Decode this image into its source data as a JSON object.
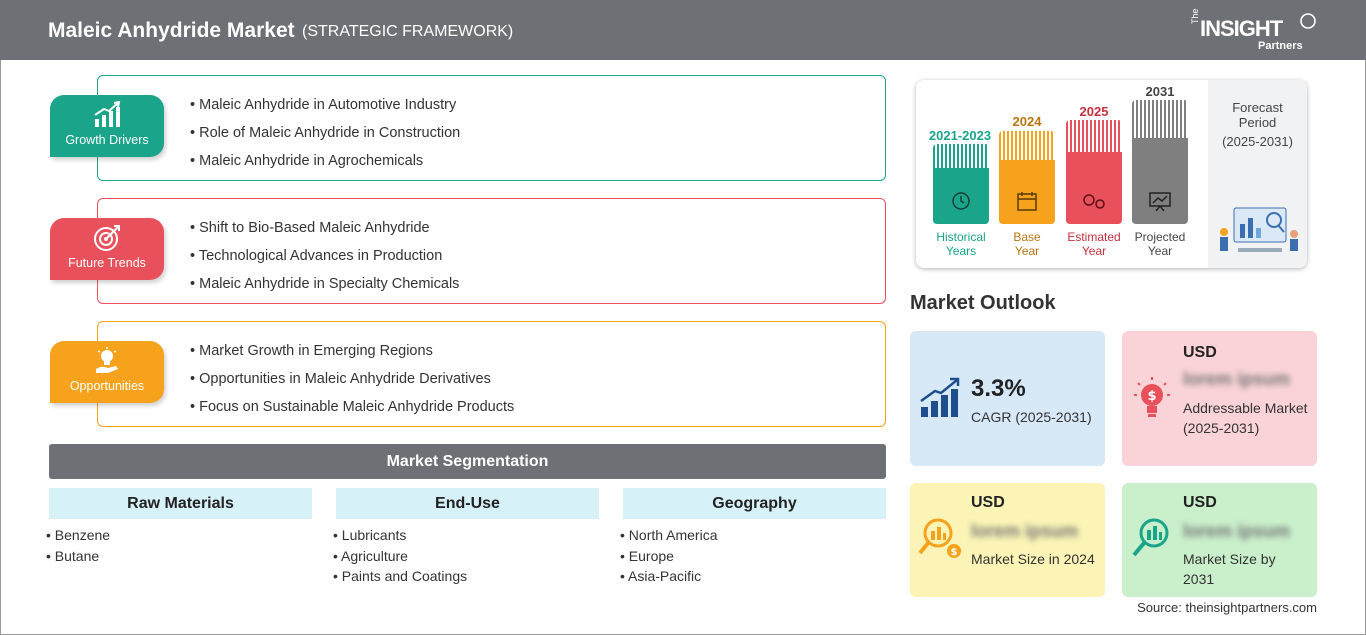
{
  "header": {
    "title": "Maleic Anhydride Market",
    "subtitle": "(STRATEGIC FRAMEWORK)",
    "logo": {
      "the": "The",
      "insight": "INSIGHT",
      "partners": "Partners"
    }
  },
  "colors": {
    "header_bg": "#6d7075",
    "drivers": "#1aa58b",
    "trends": "#e8505b",
    "opportunities": "#f6a21c",
    "projected": "#7f7f7f"
  },
  "framework": {
    "drivers": {
      "label": "Growth Drivers",
      "icon": "bar-chart-growth-icon",
      "items": [
        "Maleic Anhydride in Automotive Industry",
        "Role of Maleic Anhydride in Construction",
        "Maleic Anhydride in Agrochemicals"
      ]
    },
    "trends": {
      "label": "Future Trends",
      "icon": "target-icon",
      "items": [
        "Shift to Bio-Based Maleic Anhydride",
        "Technological Advances in Production",
        "Maleic Anhydride in Specialty Chemicals"
      ]
    },
    "opportunities": {
      "label": "Opportunities",
      "icon": "lightbulb-hand-icon",
      "items": [
        "Market Growth in Emerging Regions",
        "Opportunities in Maleic Anhydride Derivatives",
        "Focus on Sustainable Maleic Anhydride Products"
      ]
    }
  },
  "segmentation": {
    "title": "Market Segmentation",
    "columns": [
      {
        "head": "Raw Materials",
        "items": [
          "Benzene",
          "Butane"
        ]
      },
      {
        "head": "End-Use",
        "items": [
          "Lubricants",
          "Agriculture",
          "Paints and Coatings"
        ]
      },
      {
        "head": "Geography",
        "items": [
          "North America",
          "Europe",
          "Asia-Pacific"
        ]
      }
    ]
  },
  "timeline": {
    "historical": {
      "year": "2021-2023",
      "label1": "Historical",
      "label2": "Years"
    },
    "base": {
      "year": "2024",
      "label1": "Base",
      "label2": "Year"
    },
    "estimated": {
      "year": "2025",
      "label1": "Estimated",
      "label2": "Year"
    },
    "projected": {
      "year": "2031",
      "label1": "Projected",
      "label2": "Year"
    },
    "forecast": {
      "line1": "Forecast",
      "line2": "Period",
      "line3": "(2025-2031)"
    }
  },
  "outlook": {
    "title": "Market Outlook",
    "cagr": {
      "value": "3.3%",
      "label": "CAGR (2025-2031)"
    },
    "addressable": {
      "currency": "USD",
      "value": "lorem ipsum",
      "label": "Addressable Market (2025-2031)"
    },
    "size_2024": {
      "currency": "USD",
      "value": "lorem ipsum",
      "label": "Market Size in 2024"
    },
    "size_2031": {
      "currency": "USD",
      "value": "lorem ipsum",
      "label": "Market Size by 2031"
    }
  },
  "source": "Source: theinsightpartners.com"
}
